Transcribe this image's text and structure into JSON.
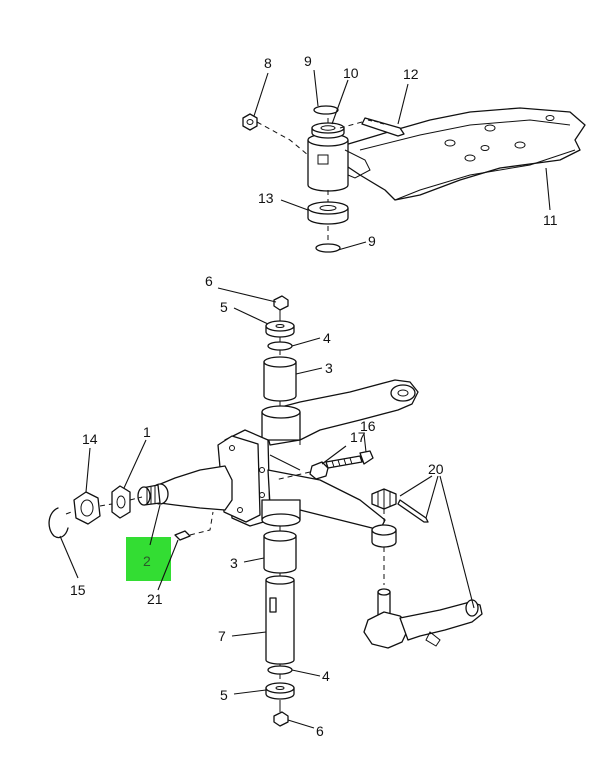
{
  "callouts": {
    "c1": "1",
    "c2": "2",
    "c3a": "3",
    "c3b": "3",
    "c4a": "4",
    "c4b": "4",
    "c5a": "5",
    "c5b": "5",
    "c6a": "6",
    "c6b": "6",
    "c7": "7",
    "c8": "8",
    "c9a": "9",
    "c9b": "9",
    "c10": "10",
    "c11": "11",
    "c12": "12",
    "c13": "13",
    "c14": "14",
    "c15": "15",
    "c16": "16",
    "c17": "17",
    "c20": "20",
    "c21": "21"
  },
  "colors": {
    "highlight": "#33dd33",
    "ink": "#111111"
  }
}
